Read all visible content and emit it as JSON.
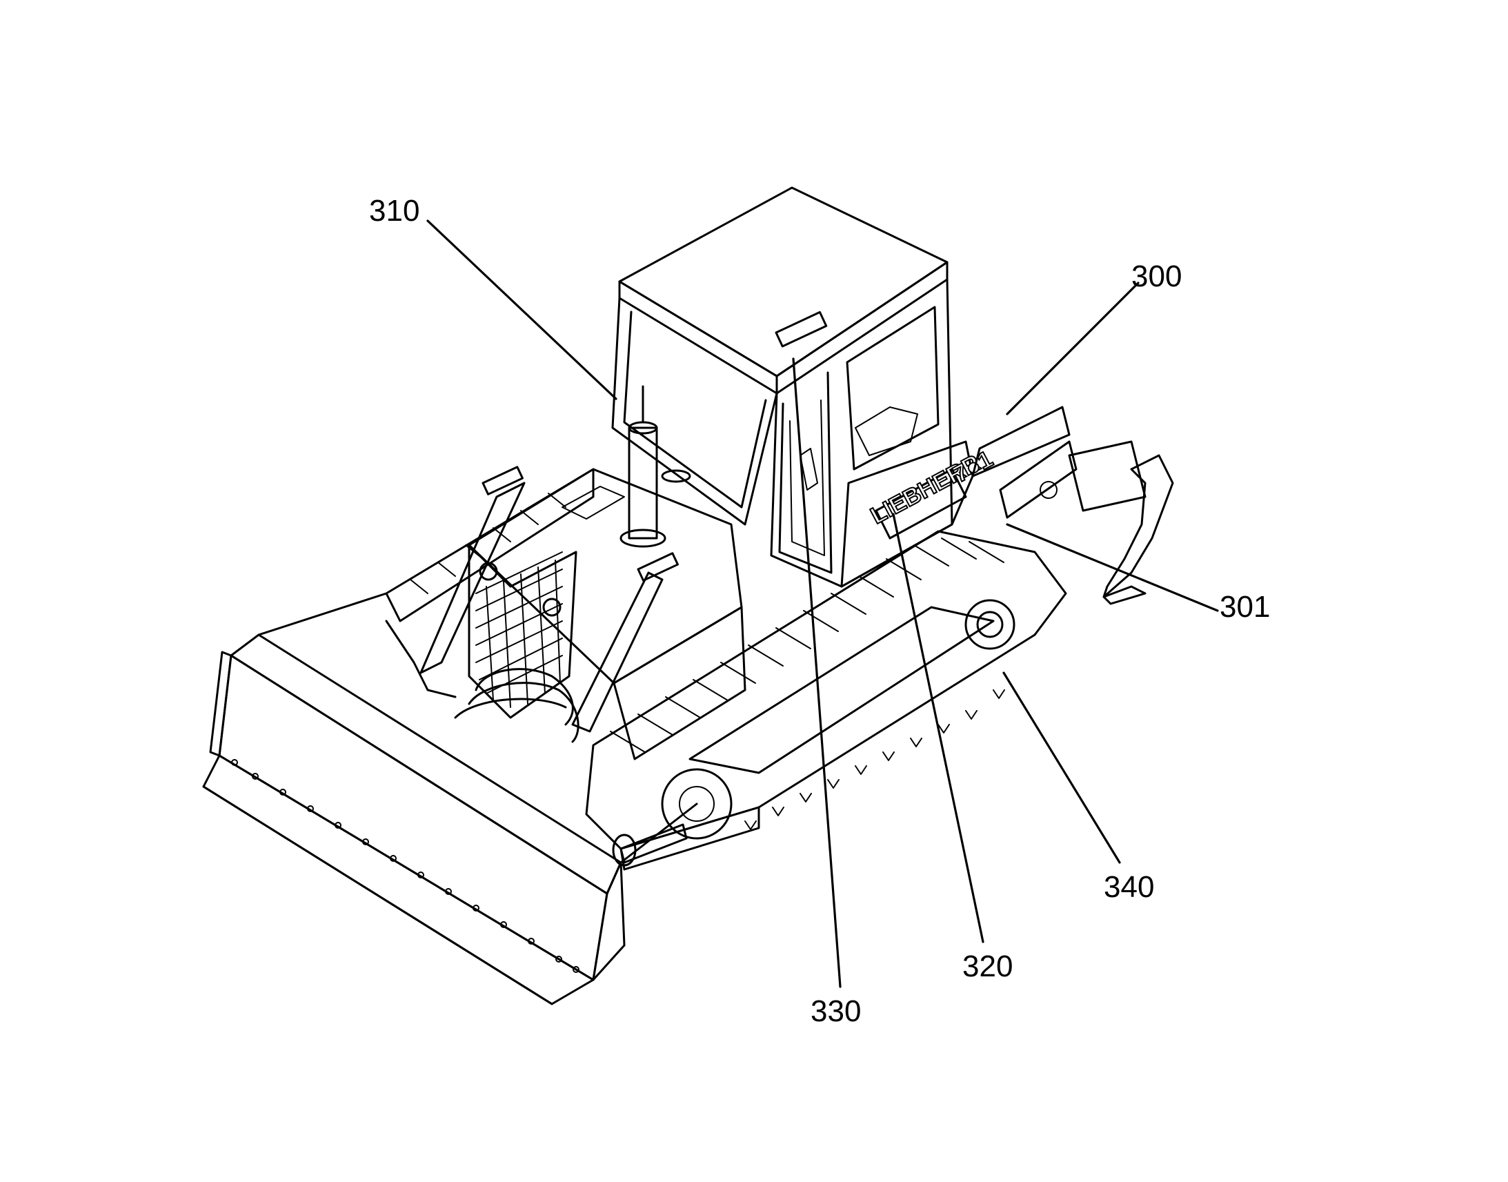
{
  "figure": {
    "reference_labels": [
      {
        "id": "310",
        "text": "310"
      },
      {
        "id": "300",
        "text": "300"
      },
      {
        "id": "301",
        "text": "301"
      },
      {
        "id": "340",
        "text": "340"
      },
      {
        "id": "320",
        "text": "320"
      },
      {
        "id": "330",
        "text": "330"
      }
    ],
    "logo_text": "LIEBHERR",
    "model_text": "7●1"
  }
}
